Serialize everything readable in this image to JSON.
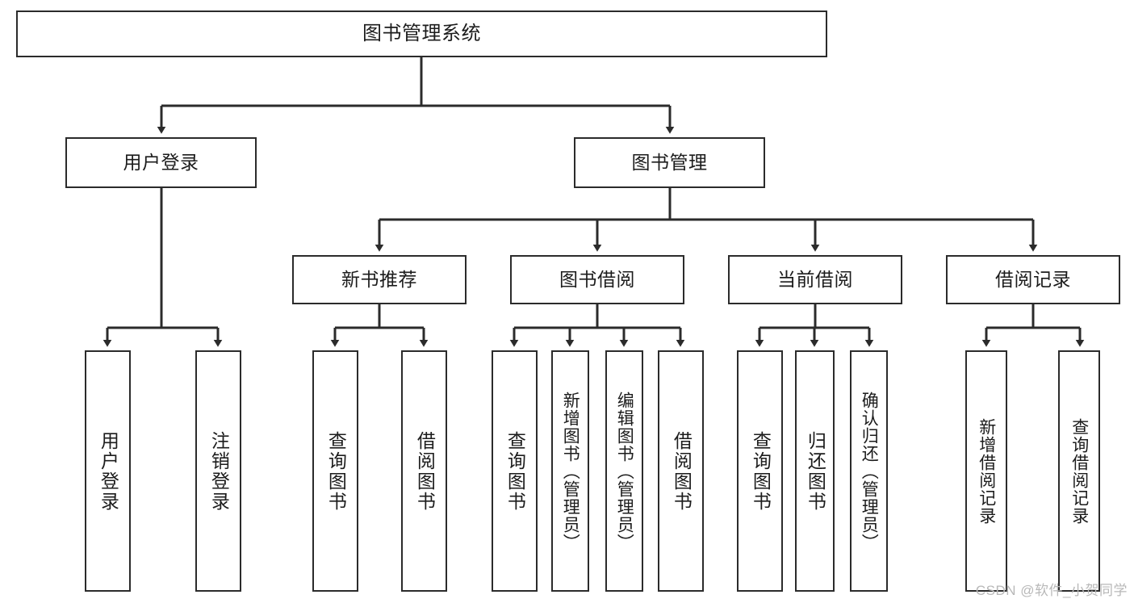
{
  "diagram": {
    "title": "图书管理系统",
    "type": "tree-hierarchy-diagram",
    "colors": {
      "box_border": "#2b2b2b",
      "box_fill": "#ffffff",
      "edge": "#2b2b2b",
      "text": "#1c1c1c",
      "watermark": "#b8b8b8",
      "background": "#ffffff"
    },
    "root": {
      "label": "图书管理系统"
    },
    "level2": [
      {
        "id": "user-login",
        "label": "用户登录"
      },
      {
        "id": "book-manage",
        "label": "图书管理"
      }
    ],
    "level3": [
      {
        "id": "new-book-recommend",
        "label": "新书推荐"
      },
      {
        "id": "book-borrow",
        "label": "图书借阅"
      },
      {
        "id": "current-borrow",
        "label": "当前借阅"
      },
      {
        "id": "borrow-record",
        "label": "借阅记录"
      }
    ],
    "leaves": {
      "user_login": [
        {
          "id": "leaf-user-login",
          "label": "用户登录"
        },
        {
          "id": "leaf-logout",
          "label": "注销登录"
        }
      ],
      "new_book_recommend": [
        {
          "id": "leaf-query-book-1",
          "label": "查询图书"
        },
        {
          "id": "leaf-borrow-book-1",
          "label": "借阅图书"
        }
      ],
      "book_borrow": [
        {
          "id": "leaf-query-book-2",
          "label": "查询图书"
        },
        {
          "id": "leaf-add-book",
          "label": "新增图书（管理员）"
        },
        {
          "id": "leaf-edit-book",
          "label": "编辑图书（管理员）"
        },
        {
          "id": "leaf-borrow-book-2",
          "label": "借阅图书"
        }
      ],
      "current_borrow": [
        {
          "id": "leaf-query-book-3",
          "label": "查询图书"
        },
        {
          "id": "leaf-return-book",
          "label": "归还图书"
        },
        {
          "id": "leaf-confirm-return",
          "label": "确认归还（管理员）"
        }
      ],
      "borrow_record": [
        {
          "id": "leaf-add-record",
          "label": "新增借阅记录"
        },
        {
          "id": "leaf-query-record",
          "label": "查询借阅记录"
        }
      ]
    },
    "watermark": "CSDN @软件_小贺同学"
  }
}
